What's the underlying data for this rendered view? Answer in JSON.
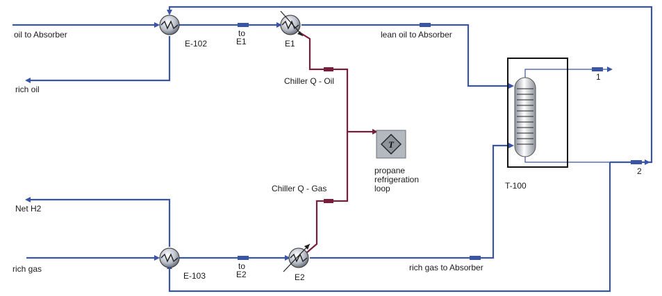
{
  "streams": {
    "oil_to_absorber": "oil to Absorber",
    "rich_oil": "rich oil",
    "to_e1_line1": "to",
    "to_e1_line2": "E1",
    "lean_oil_to_absorber": "lean oil to Absorber",
    "chiller_q_oil": "Chiller Q - Oil",
    "chiller_q_gas": "Chiller Q - Gas",
    "net_h2": "Net H2",
    "rich_gas": "rich gas",
    "to_e2_line1": "to",
    "to_e2_line2": "E2",
    "rich_gas_to_absorber": "rich gas to Absorber",
    "stream_1": "1",
    "stream_2": "2"
  },
  "units": {
    "e102": "E-102",
    "e1": "E1",
    "e103": "E-103",
    "e2": "E2",
    "t100": "T-100",
    "refrigeration_symbol": "T",
    "refrigeration_line1": "propane",
    "refrigeration_line2": "refrigeration",
    "refrigeration_line3": "loop"
  },
  "colors": {
    "material_stream": "#3a55a6",
    "energy_stream": "#7a1d3c"
  }
}
